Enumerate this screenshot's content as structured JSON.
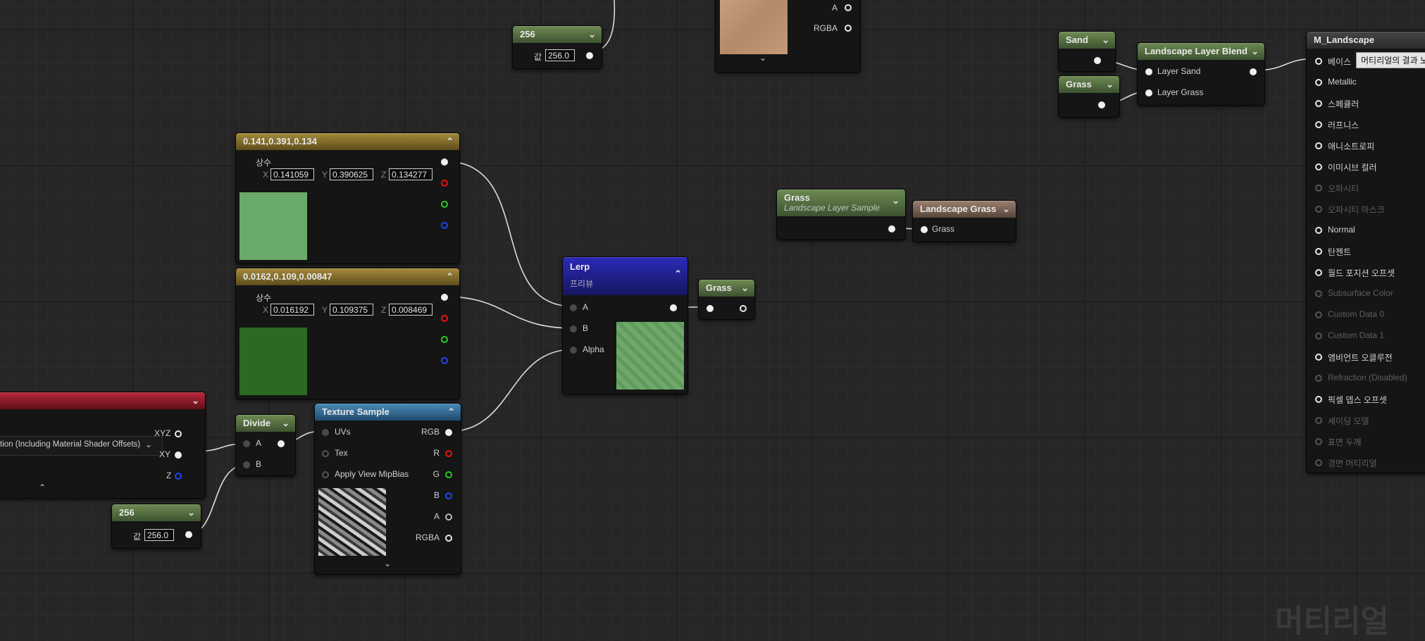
{
  "nodes": {
    "const256_top": {
      "title": "256",
      "value_label": "값",
      "value": "256.0"
    },
    "texture_top": {
      "pin_a": "A",
      "pin_rgba": "RGBA"
    },
    "sand": {
      "title": "Sand"
    },
    "grass_param_top": {
      "title": "Grass"
    },
    "layer_blend": {
      "title": "Landscape Layer Blend",
      "pin_sand": "Layer Sand",
      "pin_grass": "Layer Grass"
    },
    "vec1": {
      "title": "0.141,0.391,0.134",
      "subtitle": "상수",
      "x_label": "X",
      "x": "0.141059",
      "y_label": "Y",
      "y": "0.390625",
      "z_label": "Z",
      "z": "0.134277",
      "swatch": "#6aaa6a"
    },
    "vec2": {
      "title": "0.0162,0.109,0.00847",
      "subtitle": "상수",
      "x_label": "X",
      "x": "0.016192",
      "y_label": "Y",
      "y": "0.109375",
      "z_label": "Z",
      "z": "0.008469",
      "swatch": "#2a6a22"
    },
    "lerp": {
      "title": "Lerp",
      "preview_label": "프리뷰",
      "pin_a": "A",
      "pin_b": "B",
      "pin_alpha": "Alpha"
    },
    "grass_reroute": {
      "title": "Grass"
    },
    "layer_sample": {
      "title": "Grass",
      "subtitle": "Landscape Layer Sample"
    },
    "landscape_grass": {
      "title": "Landscape Grass",
      "pin_grass": "Grass"
    },
    "world_pos": {
      "dropdown": "tion (Including Material Shader Offsets)",
      "pin_xyz": "XYZ",
      "pin_xy": "XY",
      "pin_z": "Z"
    },
    "divide": {
      "title": "Divide",
      "pin_a": "A",
      "pin_b": "B"
    },
    "texture_sample": {
      "title": "Texture Sample",
      "pin_uvs": "UVs",
      "pin_tex": "Tex",
      "pin_mip": "Apply View MipBias",
      "out_rgb": "RGB",
      "out_r": "R",
      "out_g": "G",
      "out_b": "B",
      "out_a": "A",
      "out_rgba": "RGBA"
    },
    "const256_bottom": {
      "title": "256",
      "value_label": "값",
      "value": "256.0"
    }
  },
  "material": {
    "title": "M_Landscape",
    "tooltip": "머티리얼의 결과 노",
    "pins": [
      {
        "label": "베이스 ",
        "enabled": true
      },
      {
        "label": "Metallic",
        "enabled": true
      },
      {
        "label": "스페큘러",
        "enabled": true
      },
      {
        "label": "러프니스",
        "enabled": true
      },
      {
        "label": "애니소트로피",
        "enabled": true
      },
      {
        "label": "이미시브 컬러",
        "enabled": true
      },
      {
        "label": "오파시티",
        "enabled": false
      },
      {
        "label": "오파시티 마스크",
        "enabled": false
      },
      {
        "label": "Normal",
        "enabled": true
      },
      {
        "label": "탄젠트",
        "enabled": true
      },
      {
        "label": "월드 포지션 오프셋",
        "enabled": true
      },
      {
        "label": "Subsurface Color",
        "enabled": false
      },
      {
        "label": "Custom Data 0",
        "enabled": false
      },
      {
        "label": "Custom Data 1",
        "enabled": false
      },
      {
        "label": "앰비언트 오클루전",
        "enabled": true
      },
      {
        "label": "Refraction (Disabled)",
        "enabled": false
      },
      {
        "label": "픽셀 뎁스 오프셋",
        "enabled": true
      },
      {
        "label": "셰이딩 모델",
        "enabled": false
      },
      {
        "label": "표면 두께",
        "enabled": false
      },
      {
        "label": "경면 머티리얼",
        "enabled": false
      }
    ]
  },
  "watermark": "머티리얼"
}
